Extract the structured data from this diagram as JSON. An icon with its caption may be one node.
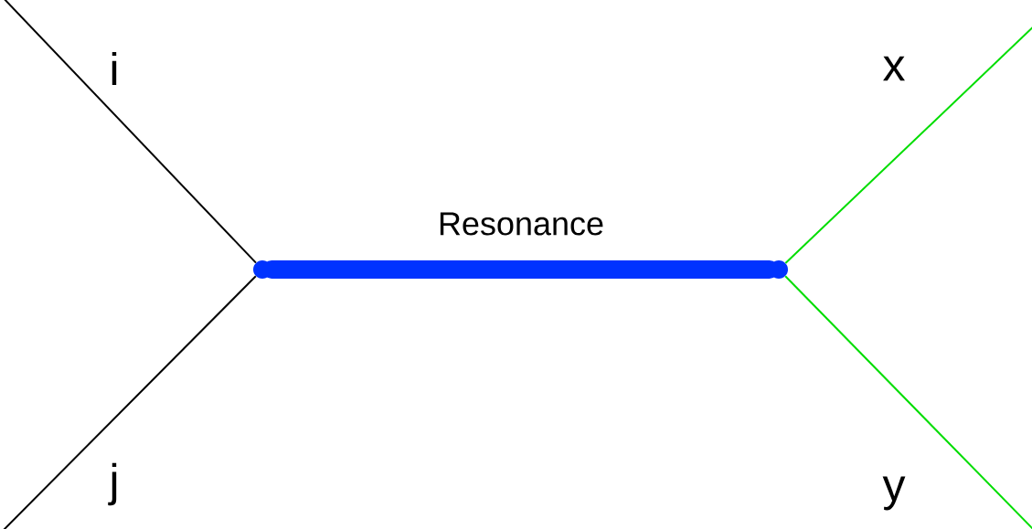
{
  "diagram": {
    "nodes": [
      {
        "text": [],
        "shape": "point"
      },
      {
        "text": [],
        "shape": "point"
      }
    ],
    "edges": [
      {
        "from": null,
        "to": 0,
        "arrow": "none",
        "label": "i"
      },
      {
        "from": null,
        "to": 0,
        "arrow": "none",
        "label": "j"
      },
      {
        "from": 0,
        "to": 1,
        "arrow": "none",
        "label": "Resonance",
        "style": "thick",
        "color": "#0033ff"
      },
      {
        "from": 1,
        "to": null,
        "arrow": "none",
        "label": "x",
        "color": "#00dd00"
      },
      {
        "from": 1,
        "to": null,
        "arrow": "none",
        "label": "y",
        "color": "#00dd00"
      }
    ]
  }
}
